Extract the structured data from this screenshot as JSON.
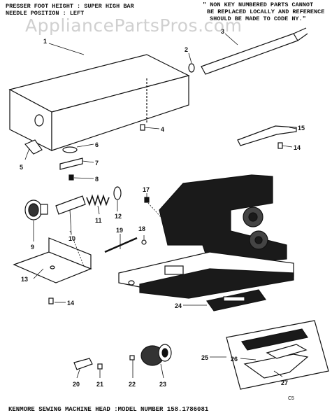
{
  "header": {
    "left_line1": "PRESSER FOOT HEIGHT : SUPER HIGH BAR",
    "left_line2": "NEEDLE POSITION : LEFT",
    "right_line1": "\" NON KEY NUMBERED PARTS CANNOT",
    "right_line2": "BE REPLACED LOCALLY AND REFERENCE",
    "right_line3": "SHOULD BE MADE TO CODE NY.\""
  },
  "watermark": "AppliancePartsPros.com",
  "footer_title": "KENMORE SEWING MACHINE HEAD :MODEL NUMBER 158.1786081",
  "corner_code": "C5",
  "callouts": {
    "c1": "1",
    "c2": "2",
    "c3": "3",
    "c4": "4",
    "c5": "5",
    "c6": "6",
    "c7": "7",
    "c8": "8",
    "c9": "9",
    "c10": "10",
    "c11": "11",
    "c12": "12",
    "c13": "13",
    "c14a": "14",
    "c14b": "14",
    "c15": "15",
    "c17": "17",
    "c18": "18",
    "c19": "19",
    "c20": "20",
    "c21": "21",
    "c22": "22",
    "c23": "23",
    "c24": "24",
    "c25": "25",
    "c26": "26",
    "c27": "27"
  }
}
